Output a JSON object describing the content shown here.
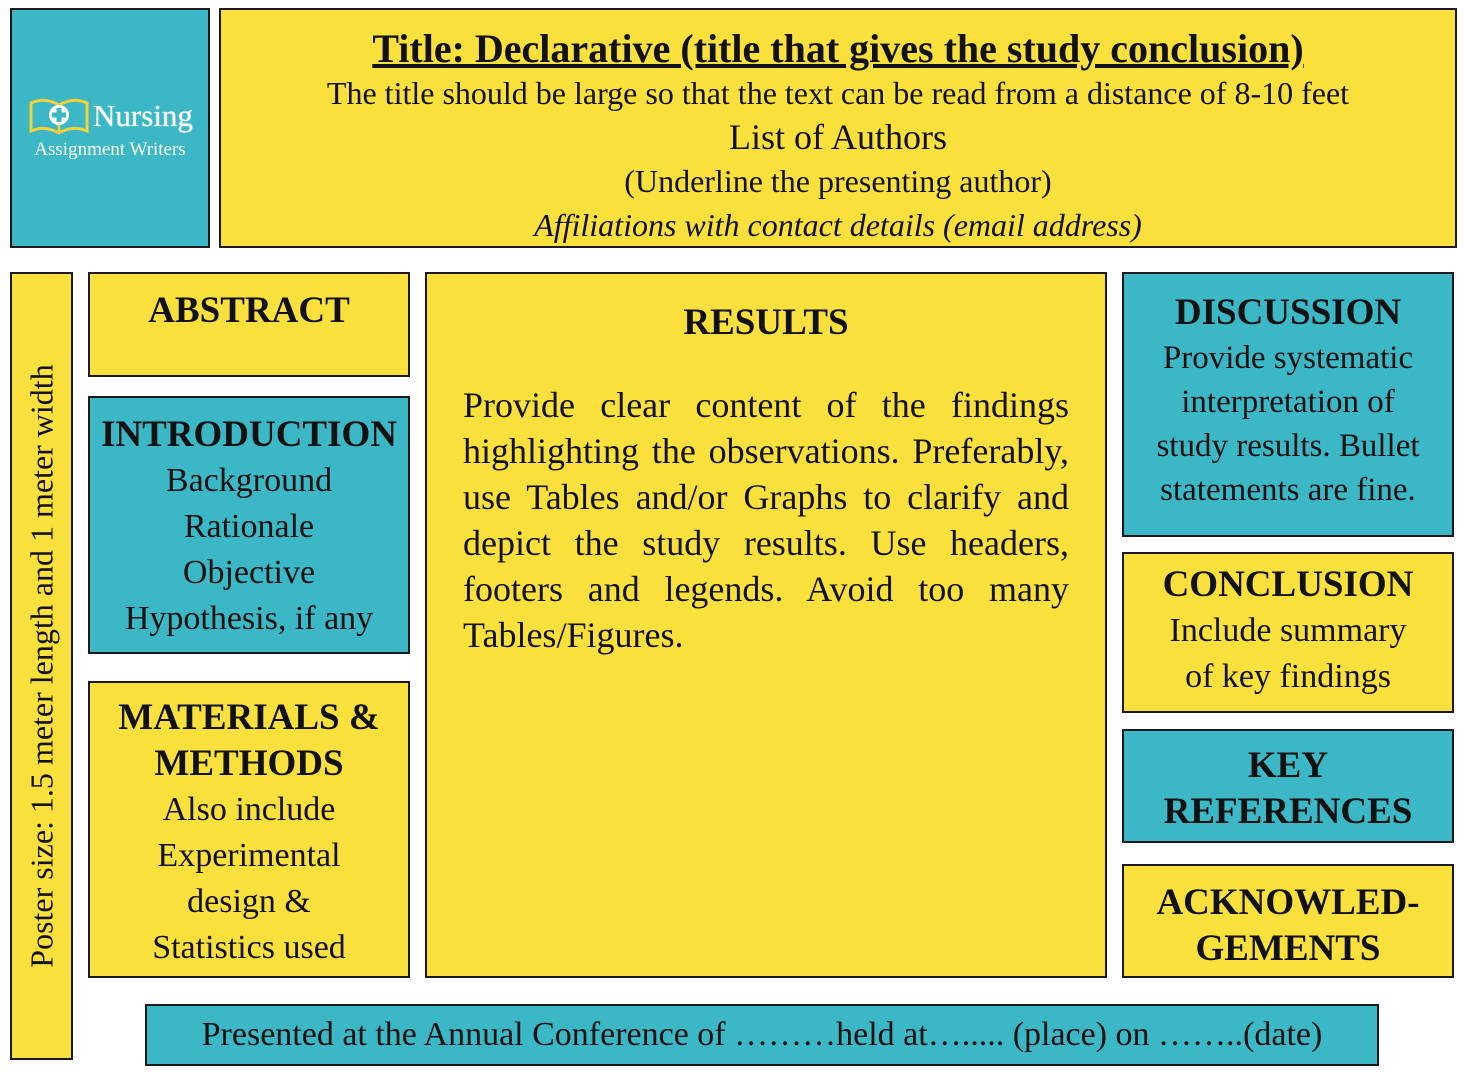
{
  "colors": {
    "yellow_panel": "#f9e03c",
    "teal_panel": "#3cb7c5",
    "border": "#1a1a1a"
  },
  "logo": {
    "icon": "open-book-cross-icon",
    "name": "Nursing",
    "subtitle": "Assignment Writers"
  },
  "title_block": {
    "title": "Title: Declarative (title that gives the study conclusion)",
    "size_note": "The title should be large so that the text can be read from a distance of 8-10 feet",
    "authors": "List of Authors",
    "authors_note": "(Underline the presenting author)",
    "affiliations": "Affiliations with contact details (email address)"
  },
  "side_label": "Poster size: 1.5 meter length and 1 meter width",
  "abstract": {
    "heading": "ABSTRACT"
  },
  "introduction": {
    "heading": "INTRODUCTION",
    "items": [
      "Background",
      "Rationale",
      "Objective",
      "Hypothesis, if any"
    ]
  },
  "methods": {
    "heading_lines": [
      "MATERIALS &",
      "METHODS"
    ],
    "body_lines": [
      "Also include",
      "Experimental",
      "design &",
      "Statistics used"
    ]
  },
  "results": {
    "heading": "RESULTS",
    "body": "Provide clear content of the findings highlighting the observations. Preferably, use Tables and/or Graphs to clarify and depict the study results. Use headers, footers and legends.  Avoid too many Tables/Figures."
  },
  "discussion": {
    "heading": "DISCUSSION",
    "body_lines": [
      "Provide systematic",
      "interpretation of",
      "study results. Bullet",
      "statements are fine."
    ]
  },
  "conclusion": {
    "heading": "CONCLUSION",
    "body_lines": [
      "Include summary",
      "of key findings"
    ]
  },
  "references": {
    "heading_lines": [
      "KEY",
      "REFERENCES"
    ]
  },
  "acknowledgements": {
    "heading_lines": [
      "ACKNOWLED-",
      "GEMENTS"
    ]
  },
  "footer": {
    "text": "Presented at the Annual Conference of ………held at…..... (place) on ……..(date)"
  }
}
